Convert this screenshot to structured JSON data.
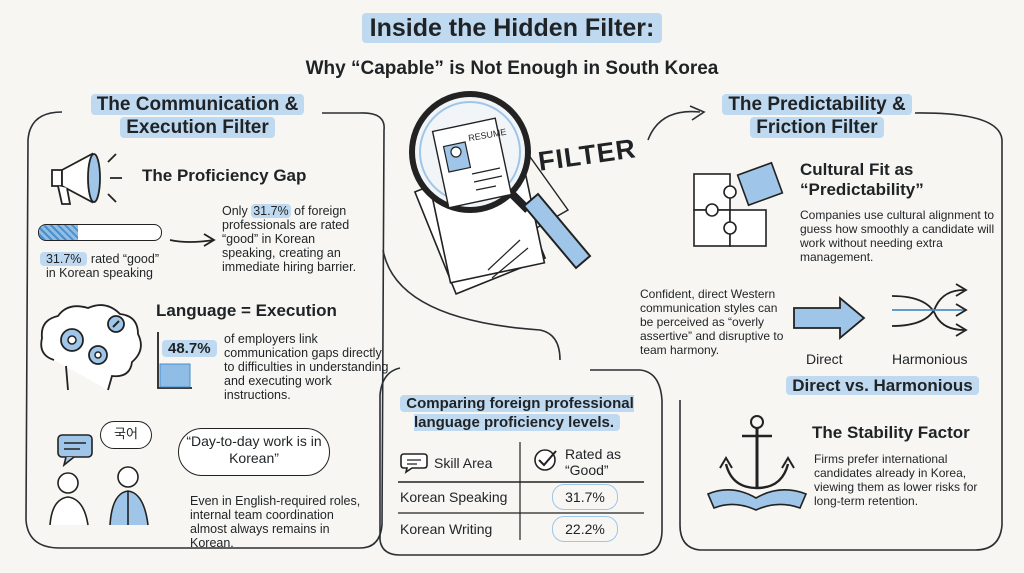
{
  "header": {
    "title": "Inside the Hidden Filter:",
    "subtitle": "Why “Capable” is Not Enough in South Korea"
  },
  "center": {
    "resume_label": "RESUME",
    "filter_label": "FILTER"
  },
  "left": {
    "section_title_line1": "The Communication &",
    "section_title_line2": "Execution Filter",
    "proficiency": {
      "heading": "The Proficiency Gap",
      "bar_fill_fraction": 0.317,
      "bar_value": "31.7%",
      "bar_caption_rest": "rated “good”",
      "bar_caption_line2": "in Korean speaking",
      "note_prefix": "Only",
      "note_value": "31.7%",
      "note_rest": "of foreign professionals are rated “good” in Korean speaking, creating an immediate hiring barrier."
    },
    "execution": {
      "heading": "Language = Execution",
      "value": "48.7%",
      "text": "of employers link communication gaps directly to difficulties in understanding and executing work instructions."
    },
    "daily": {
      "bubble_korean": "국어",
      "quote": "“Day-to-day work is in Korean”",
      "text": "Even in English-required roles, internal team coordination almost always remains in Korean."
    }
  },
  "table": {
    "title": "Comparing foreign professional language proficiency levels.",
    "columns": [
      "Skill Area",
      "Rated as “Good”"
    ],
    "rows": [
      {
        "skill": "Korean Speaking",
        "value": "31.7%"
      },
      {
        "skill": "Korean Writing",
        "value": "22.2%"
      }
    ]
  },
  "right": {
    "section_title_line1": "The Predictability &",
    "section_title_line2": "Friction Filter",
    "cultural": {
      "heading_line1": "Cultural Fit as",
      "heading_line2": "“Predictability”",
      "text": "Companies use cultural alignment to guess how smoothly a candidate will work without needing extra management."
    },
    "direct": {
      "text": "Confident, direct Western communication styles can be perceived as “overly assertive” and disruptive to team harmony.",
      "label_direct": "Direct",
      "label_harmonious": "Harmonious",
      "caption": "Direct vs. Harmonious"
    },
    "stability": {
      "heading": "The Stability Factor",
      "text": "Firms prefer international candidates already in Korea, viewing them as lower risks for long-term retention."
    }
  },
  "colors": {
    "highlight": "#bfdaf0",
    "accent": "#4a8fc9",
    "ink": "#1f2326"
  }
}
